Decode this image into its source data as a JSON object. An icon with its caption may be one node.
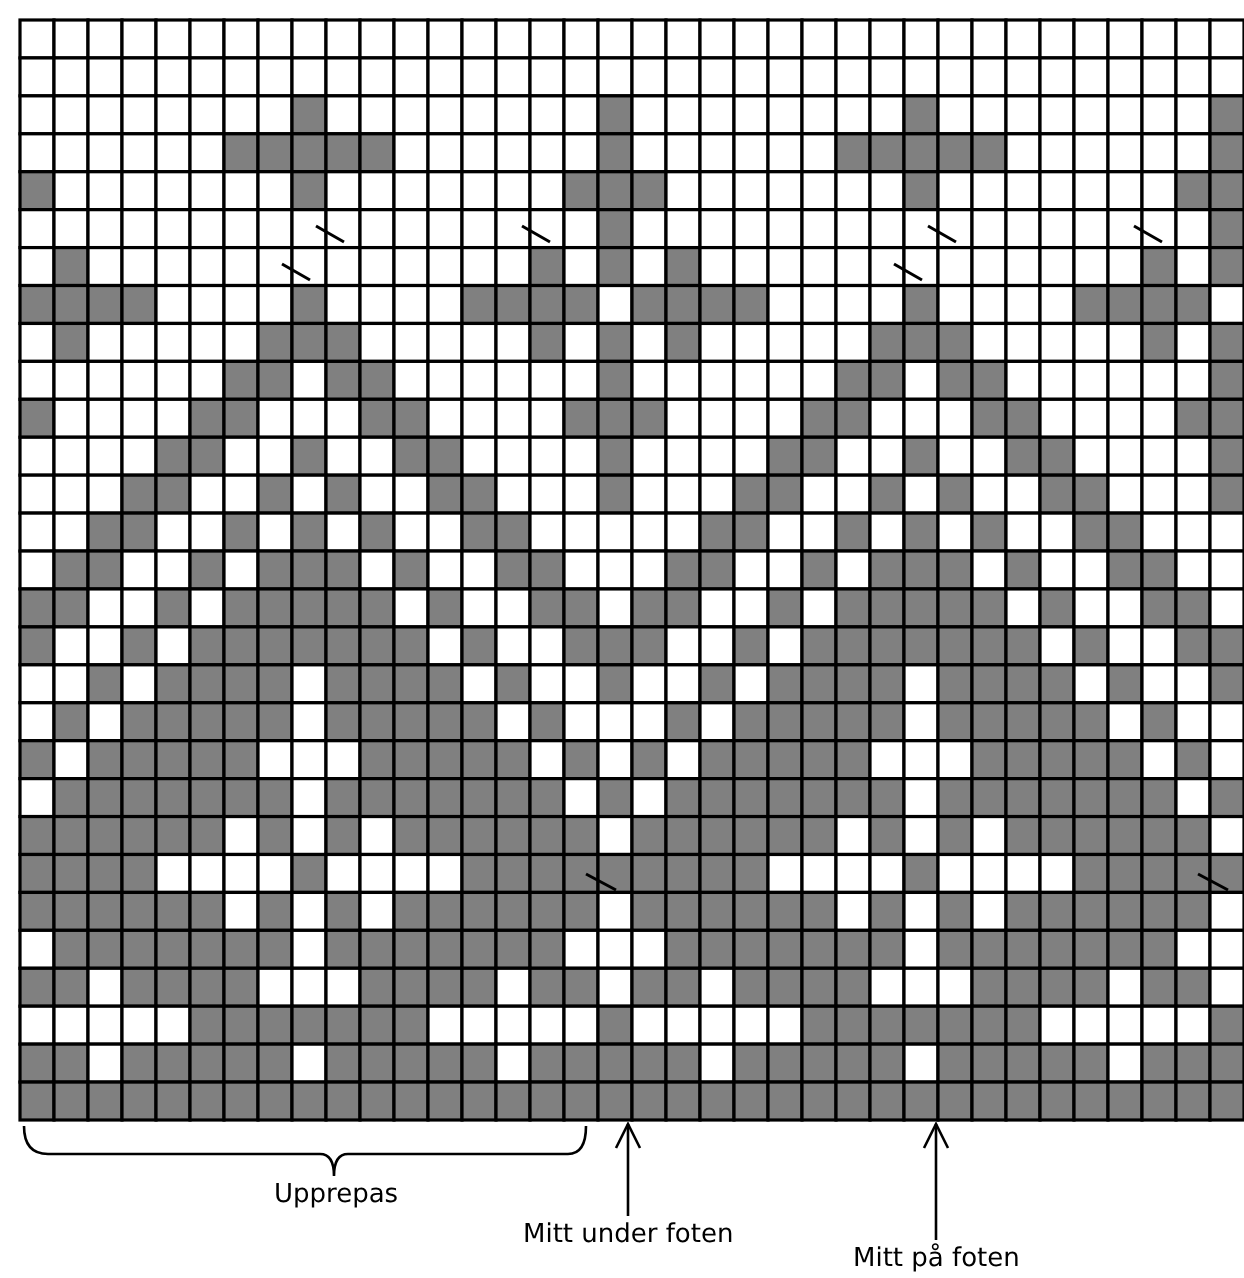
{
  "diagram": {
    "nodes": [
      {
        "text": [
          "Mitt under foten"
        ]
      },
      {
        "text": [
          "Mitt på foten"
        ]
      }
    ],
    "edges": [
      {
        "from": 0,
        "to": null,
        "arrow": "to"
      },
      {
        "from": 1,
        "to": null,
        "arrow": "to"
      }
    ],
    "labels": [
      "Upprepas"
    ]
  }
}
